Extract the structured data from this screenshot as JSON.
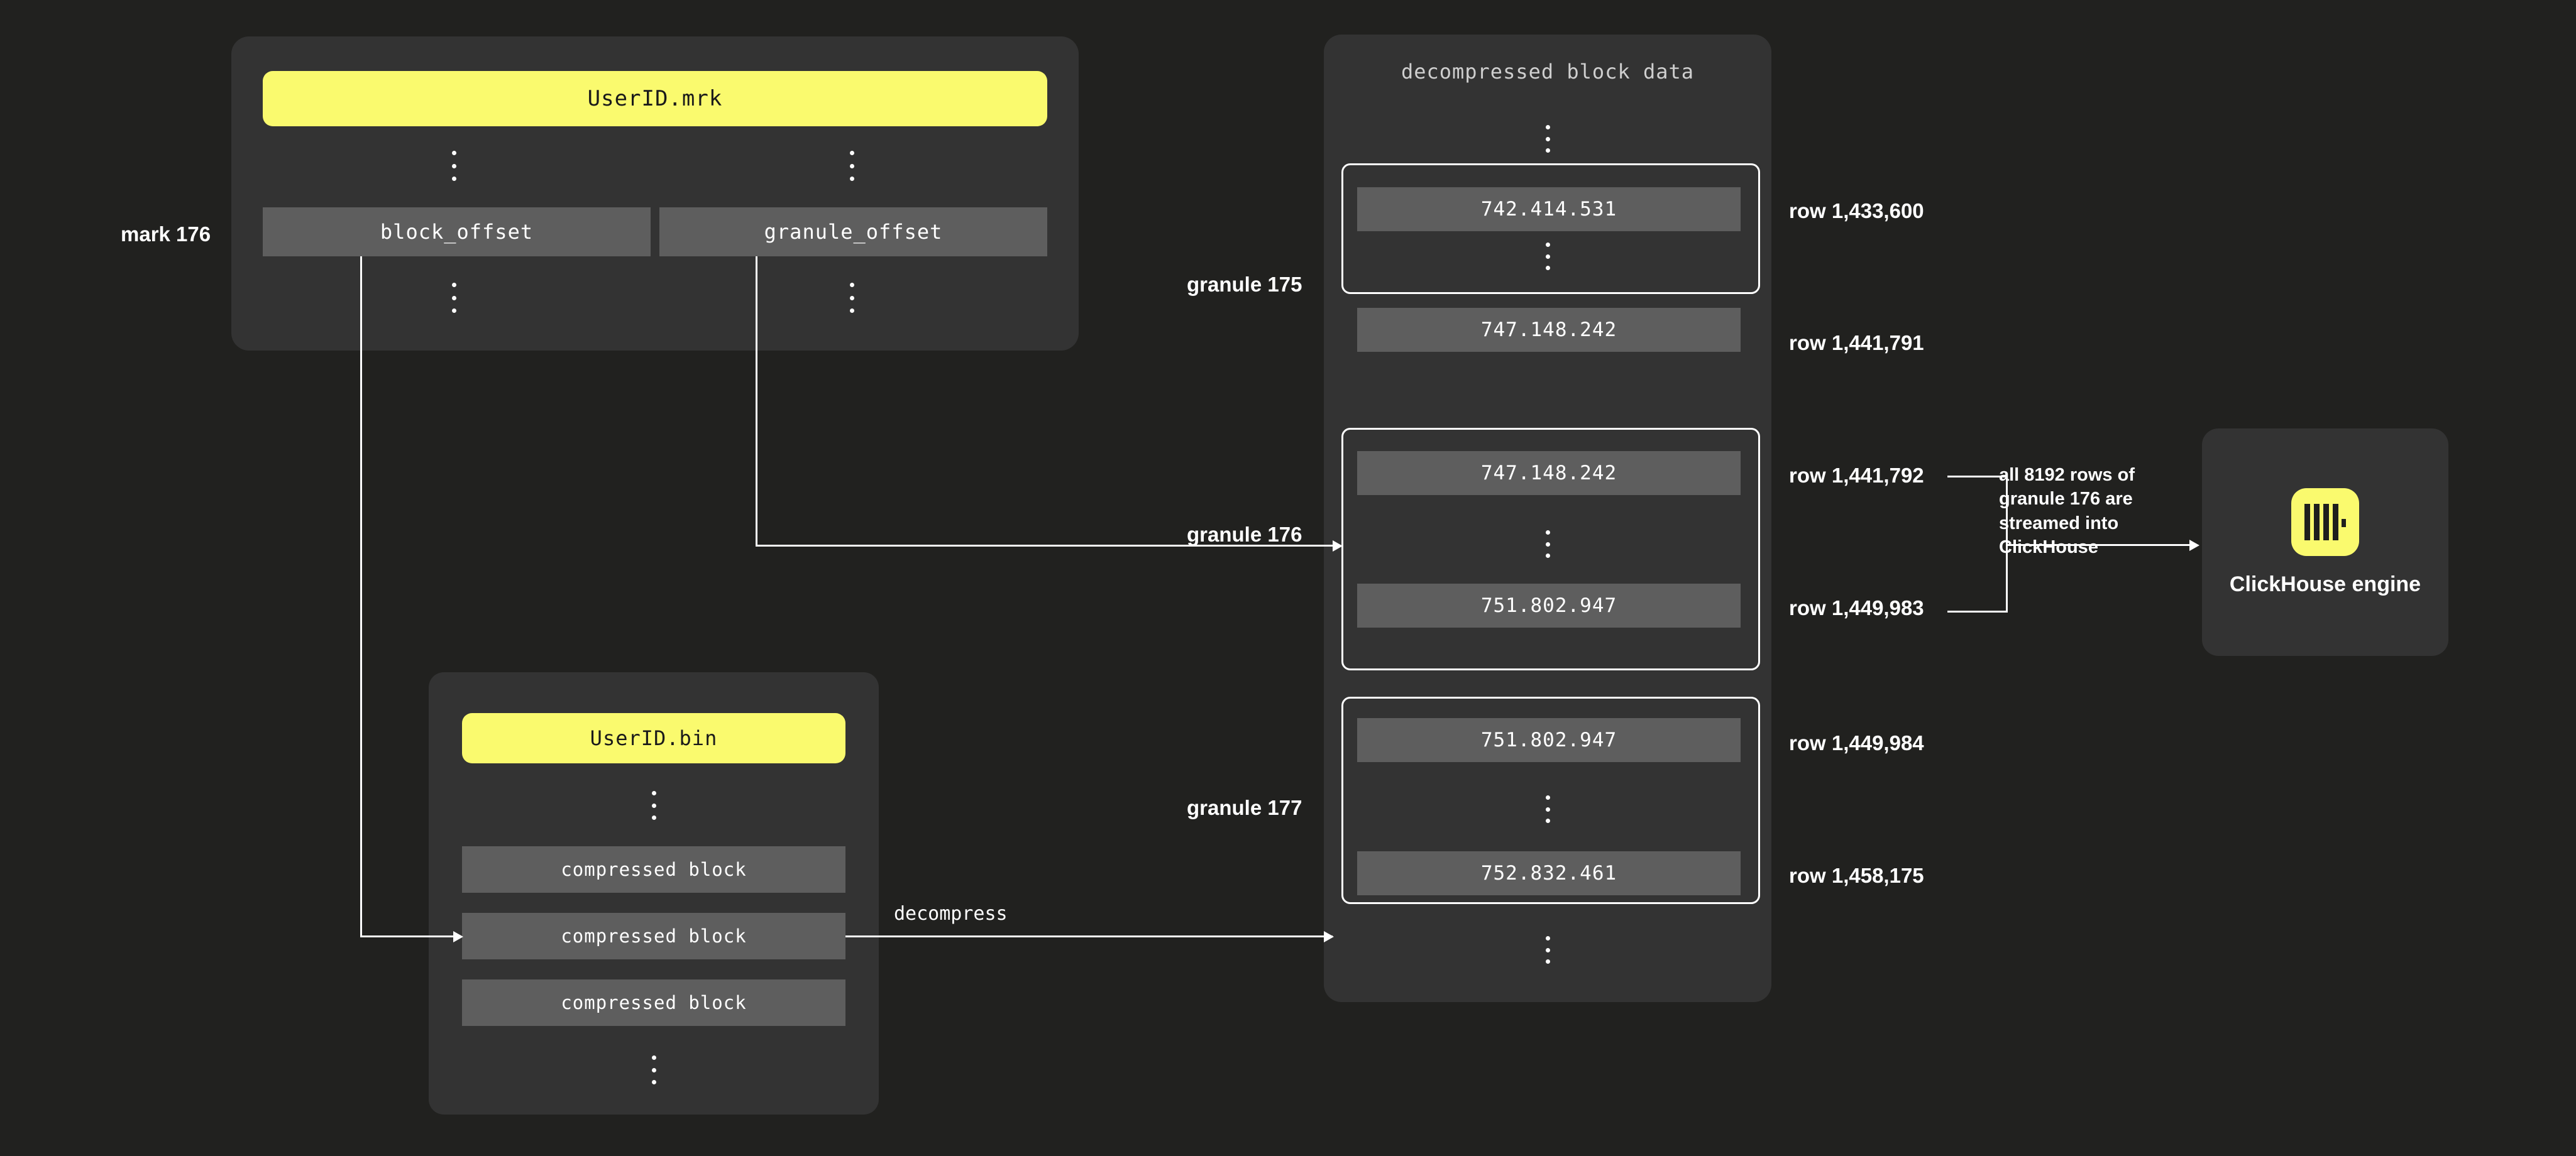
{
  "mark_file": {
    "title": "UserID.mrk",
    "mark_label": "mark 176",
    "columns": [
      {
        "name": "block_offset"
      },
      {
        "name": "granule_offset"
      }
    ]
  },
  "bin_file": {
    "title": "UserID.bin",
    "blocks": [
      {
        "label": "compressed block"
      },
      {
        "label": "compressed block"
      },
      {
        "label": "compressed block"
      }
    ]
  },
  "decompress_arrow_label": "decompress",
  "decompressed_panel": {
    "title": "decompressed block data",
    "granules": [
      {
        "name": "granule 175",
        "first_value": "742.414.531",
        "last_value": "747.148.242",
        "first_row": "row 1,433,600",
        "last_row": "row 1,441,791"
      },
      {
        "name": "granule 176",
        "first_value": "747.148.242",
        "last_value": "751.802.947",
        "first_row": "row 1,441,792",
        "last_row": "row 1,449,983"
      },
      {
        "name": "granule 177",
        "first_value": "751.802.947",
        "last_value": "752.832.461",
        "first_row": "row 1,449,984",
        "last_row": "row 1,458,175"
      }
    ]
  },
  "stream_annotation": "all 8192 rows of granule 176 are streamed into ClickHouse",
  "engine": {
    "name": "ClickHouse engine",
    "logo_icon": "clickhouse-logo-icon"
  },
  "colors": {
    "background": "#21211F",
    "panel": "#333333",
    "accent_yellow": "#FAFA6E",
    "box_gray": "#5E5E5E",
    "line": "#FFFFFF"
  }
}
